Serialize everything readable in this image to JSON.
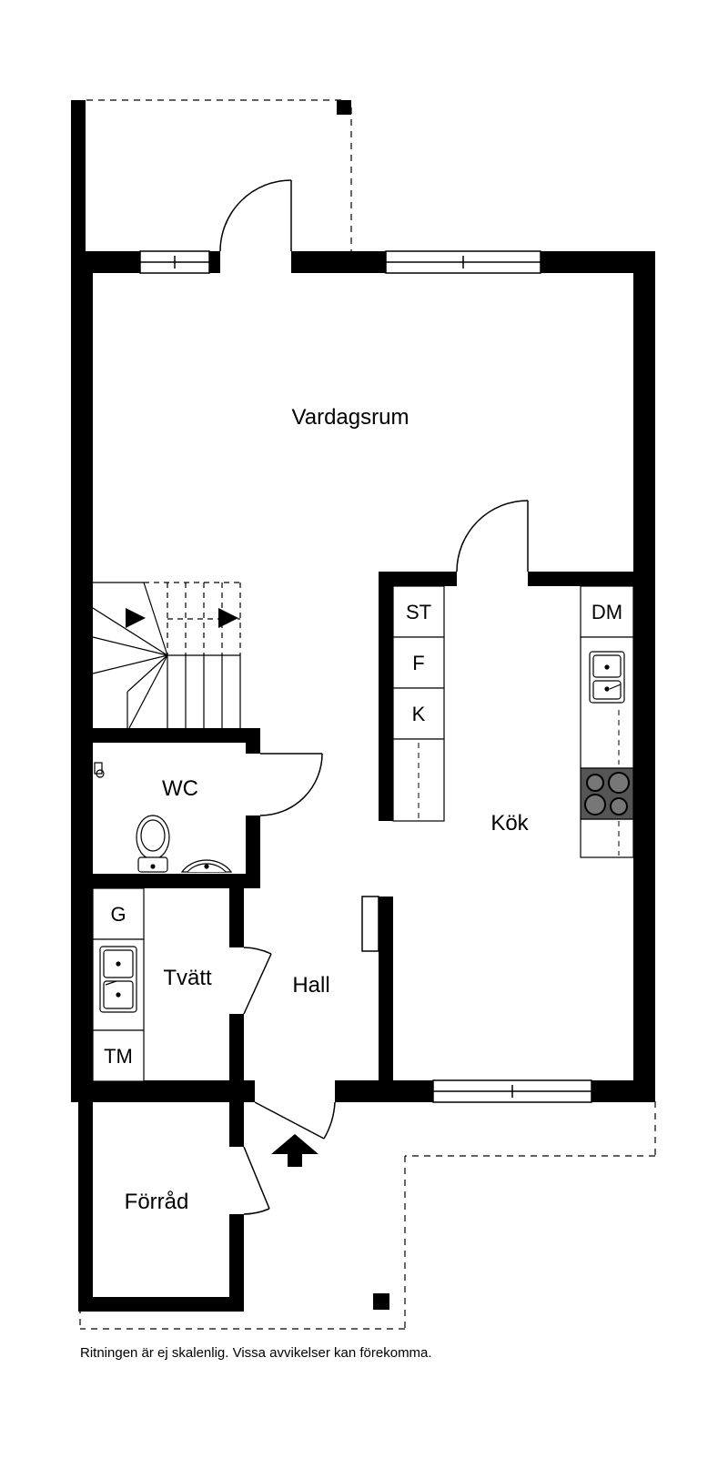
{
  "rooms": {
    "living": "Vardagsrum",
    "kitchen": "Kök",
    "wc": "WC",
    "laundry": "Tvätt",
    "hall": "Hall",
    "storage": "Förråd"
  },
  "fixtures": {
    "st": "ST",
    "f": "F",
    "k": "K",
    "dm": "DM",
    "g": "G",
    "tm": "TM"
  },
  "disclaimer": "Ritningen är ej skalenlig. Vissa avvikelser kan förekomma.",
  "colors": {
    "wall": "#000000",
    "stove": "#555555",
    "background": "#ffffff"
  }
}
